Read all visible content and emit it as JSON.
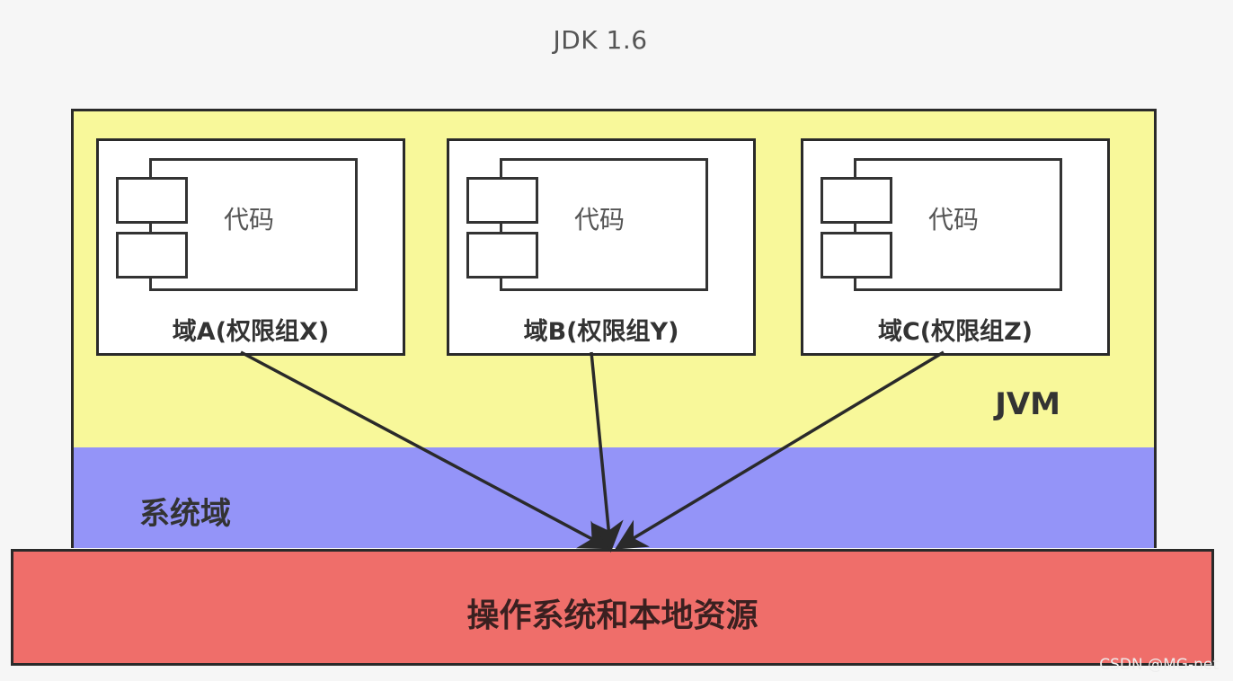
{
  "title": "JDK 1.6",
  "jvm": {
    "label": "JVM",
    "domains": [
      {
        "component_label": "代码",
        "label": "域A(权限组X)"
      },
      {
        "component_label": "代码",
        "label": "域B(权限组Y)"
      },
      {
        "component_label": "代码",
        "label": "域C(权限组Z)"
      }
    ]
  },
  "system_domain": {
    "label": "系统域"
  },
  "os_resources": {
    "label": "操作系统和本地资源"
  },
  "watermark": "CSDN @MG-net",
  "colors": {
    "jvm_fill": "#f8f89a",
    "system_domain_fill": "#9494f8",
    "os_fill": "#ef6e6a",
    "arrow": "#2a2a2a"
  }
}
